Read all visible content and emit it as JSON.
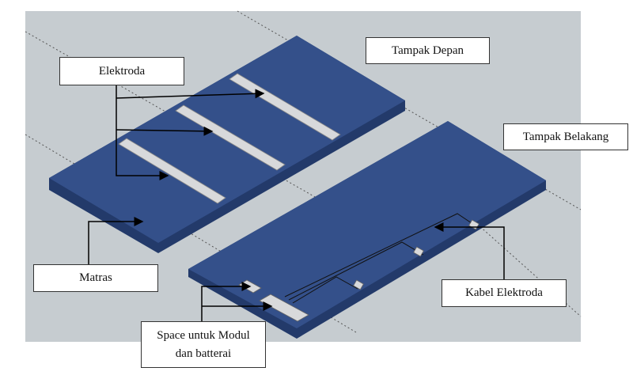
{
  "labels": {
    "elektroda": "Elektroda",
    "tampak_depan": "Tampak Depan",
    "tampak_belakang": "Tampak Belakang",
    "matras": "Matras",
    "kabel_elektroda": "Kabel Elektroda",
    "space_line1": "Space untuk Modul",
    "space_line2": "dan batterai"
  },
  "colors": {
    "background": "#c6ccd0",
    "mat": "#34508a",
    "mat_edge": "#233a6a",
    "electrode": "#d8d9db"
  }
}
